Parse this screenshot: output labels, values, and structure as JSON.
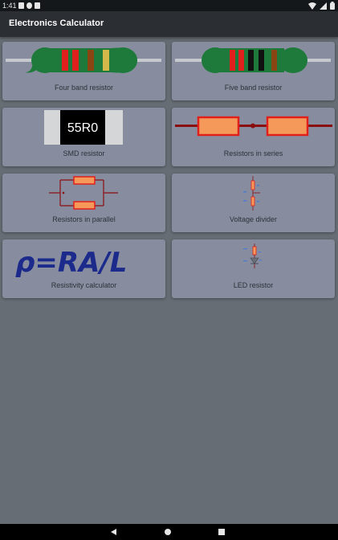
{
  "status_bar": {
    "time": "1:41",
    "icons": [
      "notification-a-icon",
      "notification-p-icon",
      "sim-icon",
      "wifi-icon",
      "signal-icon",
      "battery-icon"
    ]
  },
  "app_bar": {
    "title": "Electronics Calculator"
  },
  "cards": [
    {
      "id": "four-band",
      "label": "Four band resistor"
    },
    {
      "id": "five-band",
      "label": "Five band resistor"
    },
    {
      "id": "smd",
      "label": "SMD resistor",
      "chip_text": "55R0"
    },
    {
      "id": "series",
      "label": "Resistors in series"
    },
    {
      "id": "parallel",
      "label": "Resistors in parallel"
    },
    {
      "id": "divider",
      "label": "Voltage divider"
    },
    {
      "id": "resistivity",
      "label": "Resistivity calculator",
      "formula": "ρ=RA/L"
    },
    {
      "id": "led",
      "label": "LED resistor"
    }
  ],
  "colors": {
    "background": "#676d74",
    "card": "#878d9f",
    "app_bar": "#2b2f34",
    "status_bar": "#15181b",
    "resistor_body": "#1e7a3a",
    "resistor_orange": "#f4995a",
    "resistor_red": "#e0201c",
    "formula_blue": "#1c2a8c"
  },
  "nav": {
    "back": "back-icon",
    "home": "home-icon",
    "recents": "recents-icon"
  }
}
